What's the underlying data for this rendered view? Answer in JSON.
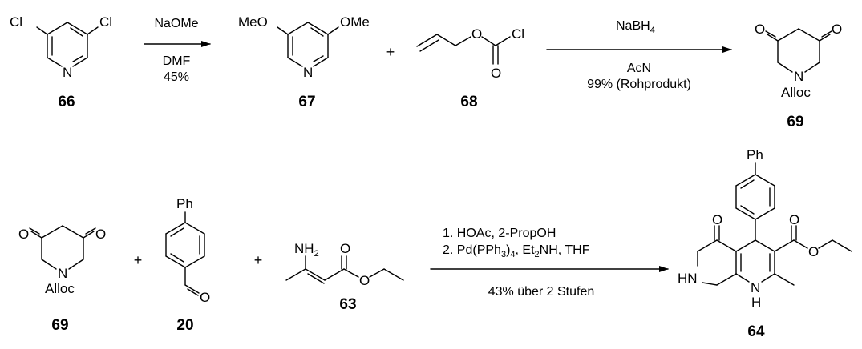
{
  "compounds": [
    {
      "number": "66"
    },
    {
      "number": "67"
    },
    {
      "number": "68"
    },
    {
      "number": "69"
    },
    {
      "number": "69"
    },
    {
      "number": "20"
    },
    {
      "number": "63"
    },
    {
      "number": "64"
    }
  ],
  "atoms": {
    "cl": "Cl",
    "n": "N",
    "o": "O",
    "meo": "MeO",
    "ome": "OMe",
    "alloc": "Alloc",
    "ph": "Ph",
    "hn": "HN",
    "h": "H",
    "nh": "NH",
    "two": "2"
  },
  "step1": {
    "reagent": "NaOMe",
    "solvent": "DMF",
    "yield": "45%"
  },
  "step2": {
    "reagent_main": "NaBH",
    "reagent_sub": "4",
    "solvent": "AcN",
    "yield": "99% (Rohprodukt)"
  },
  "step3": {
    "line1": "1. HOAc, 2-PropOH",
    "line2_a": "2. Pd(PPh",
    "line2_b": "3",
    "line2_c": ")",
    "line2_d": "4",
    "line2_e": ", Et",
    "line2_f": "2",
    "line2_g": "NH, THF",
    "yield": "43% über 2 Stufen"
  },
  "plus_sign": "+"
}
